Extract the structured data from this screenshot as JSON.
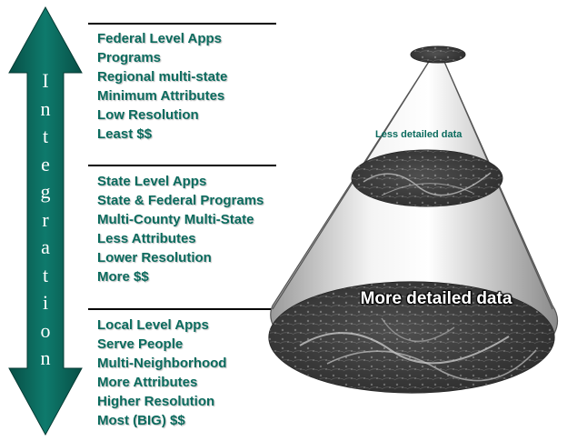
{
  "arrow": {
    "label_letters": [
      "I",
      "n",
      "t",
      "e",
      "g",
      "r",
      "a",
      "t",
      "i",
      "o",
      "n"
    ],
    "color": "#0b6b5e"
  },
  "levels": [
    {
      "items": [
        "Federal Level Apps",
        "Programs",
        "Regional multi-state",
        "Minimum Attributes",
        "Low Resolution",
        "Least $$"
      ]
    },
    {
      "items": [
        "State Level Apps",
        "State & Federal Programs",
        "Multi-County Multi-State",
        "Less Attributes",
        "Lower Resolution",
        "More $$"
      ]
    },
    {
      "items": [
        "Local Level Apps",
        "Serve People",
        "Multi-Neighborhood",
        "More Attributes",
        "Higher Resolution",
        "Most  (BIG) $$"
      ]
    }
  ],
  "cone": {
    "label_small": "Less detailed data",
    "label_large": "More detailed data"
  },
  "colors": {
    "text": "#0b6b5e",
    "arrow": "#0b6b5e"
  }
}
